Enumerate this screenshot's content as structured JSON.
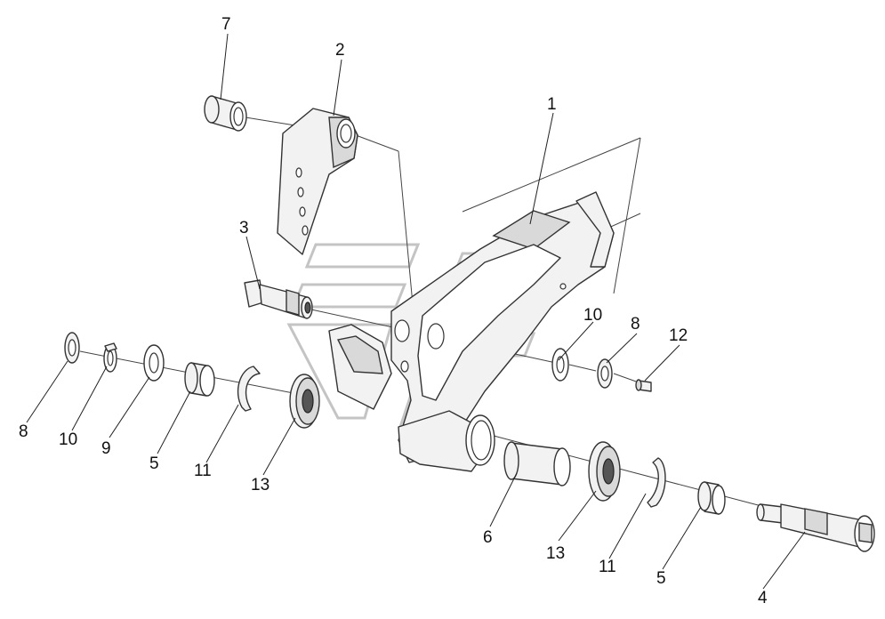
{
  "callouts": {
    "c1": "1",
    "c2": "2",
    "c3": "3",
    "c7": "7",
    "c8_left": "8",
    "c10_left": "10",
    "c9": "9",
    "c5_left": "5",
    "c11_left": "11",
    "c13_left": "13",
    "c10_right": "10",
    "c8_right": "8",
    "c12": "12",
    "c6": "6",
    "c13_right": "13",
    "c11_right": "11",
    "c5_right": "5",
    "c4": "4"
  },
  "colors": {
    "line": "#333333",
    "fill": "#f2f2f2",
    "watermark": "#c4c4c4"
  }
}
